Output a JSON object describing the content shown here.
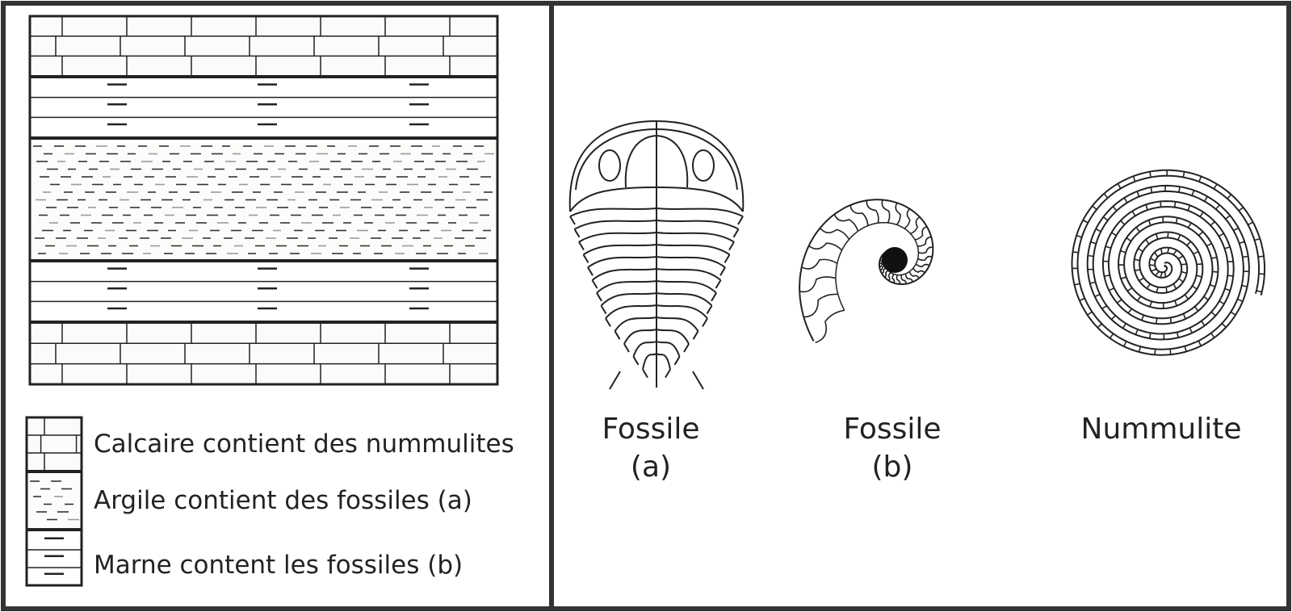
{
  "legend": {
    "limestone": "Calcaire contient des nummulites",
    "clay": "Argile contient des fossiles (a)",
    "marl": "Marne content les fossiles (b)"
  },
  "fossils": [
    {
      "name": "trilobite",
      "caption_line1": "Fossile",
      "caption_line2": "(a)"
    },
    {
      "name": "ammonite",
      "caption_line1": "Fossile",
      "caption_line2": "(b)"
    },
    {
      "name": "nummulite",
      "caption_line1": "Nummulite",
      "caption_line2": ""
    }
  ]
}
